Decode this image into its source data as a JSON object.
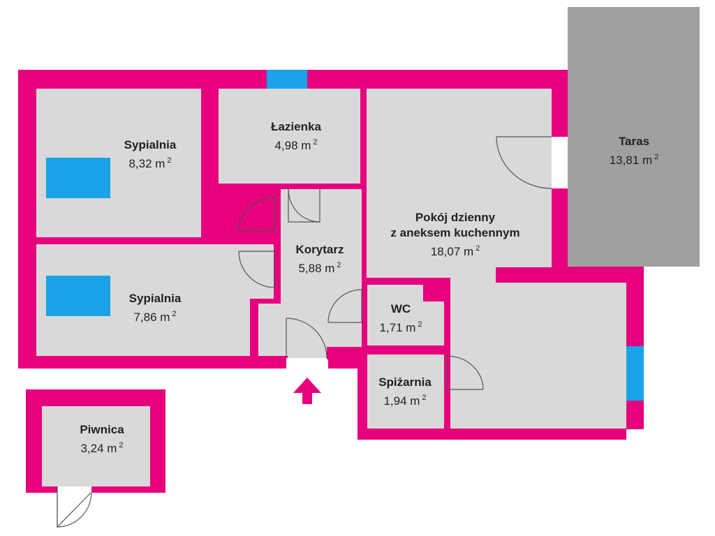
{
  "colors": {
    "wall": "#e6007e",
    "floor": "#d9d9d9",
    "terrace": "#a0a0a0",
    "window": "#1aa3e8",
    "bed": "#1aa3e8",
    "door_line": "#555555",
    "entrance_arrow": "#e6007e"
  },
  "rooms": [
    {
      "id": "bedroom-1",
      "name": "Sypialnia",
      "area": "8,32 m",
      "unit_exp": "2"
    },
    {
      "id": "bathroom",
      "name": "Łazienka",
      "area": "4,98 m",
      "unit_exp": "2"
    },
    {
      "id": "living",
      "name": "Pokój dzienny",
      "name2": "z aneksem kuchennym",
      "area": "18,07 m",
      "unit_exp": "2"
    },
    {
      "id": "terrace",
      "name": "Taras",
      "area": "13,81 m",
      "unit_exp": "2"
    },
    {
      "id": "corridor",
      "name": "Korytarz",
      "area": "5,88 m",
      "unit_exp": "2"
    },
    {
      "id": "bedroom-2",
      "name": "Sypialnia",
      "area": "7,86 m",
      "unit_exp": "2"
    },
    {
      "id": "wc",
      "name": "WC",
      "area": "1,71 m",
      "unit_exp": "2"
    },
    {
      "id": "pantry",
      "name": "Spiżarnia",
      "area": "1,94 m",
      "unit_exp": "2"
    },
    {
      "id": "cellar",
      "name": "Piwnica",
      "area": "3,24 m",
      "unit_exp": "2"
    }
  ]
}
